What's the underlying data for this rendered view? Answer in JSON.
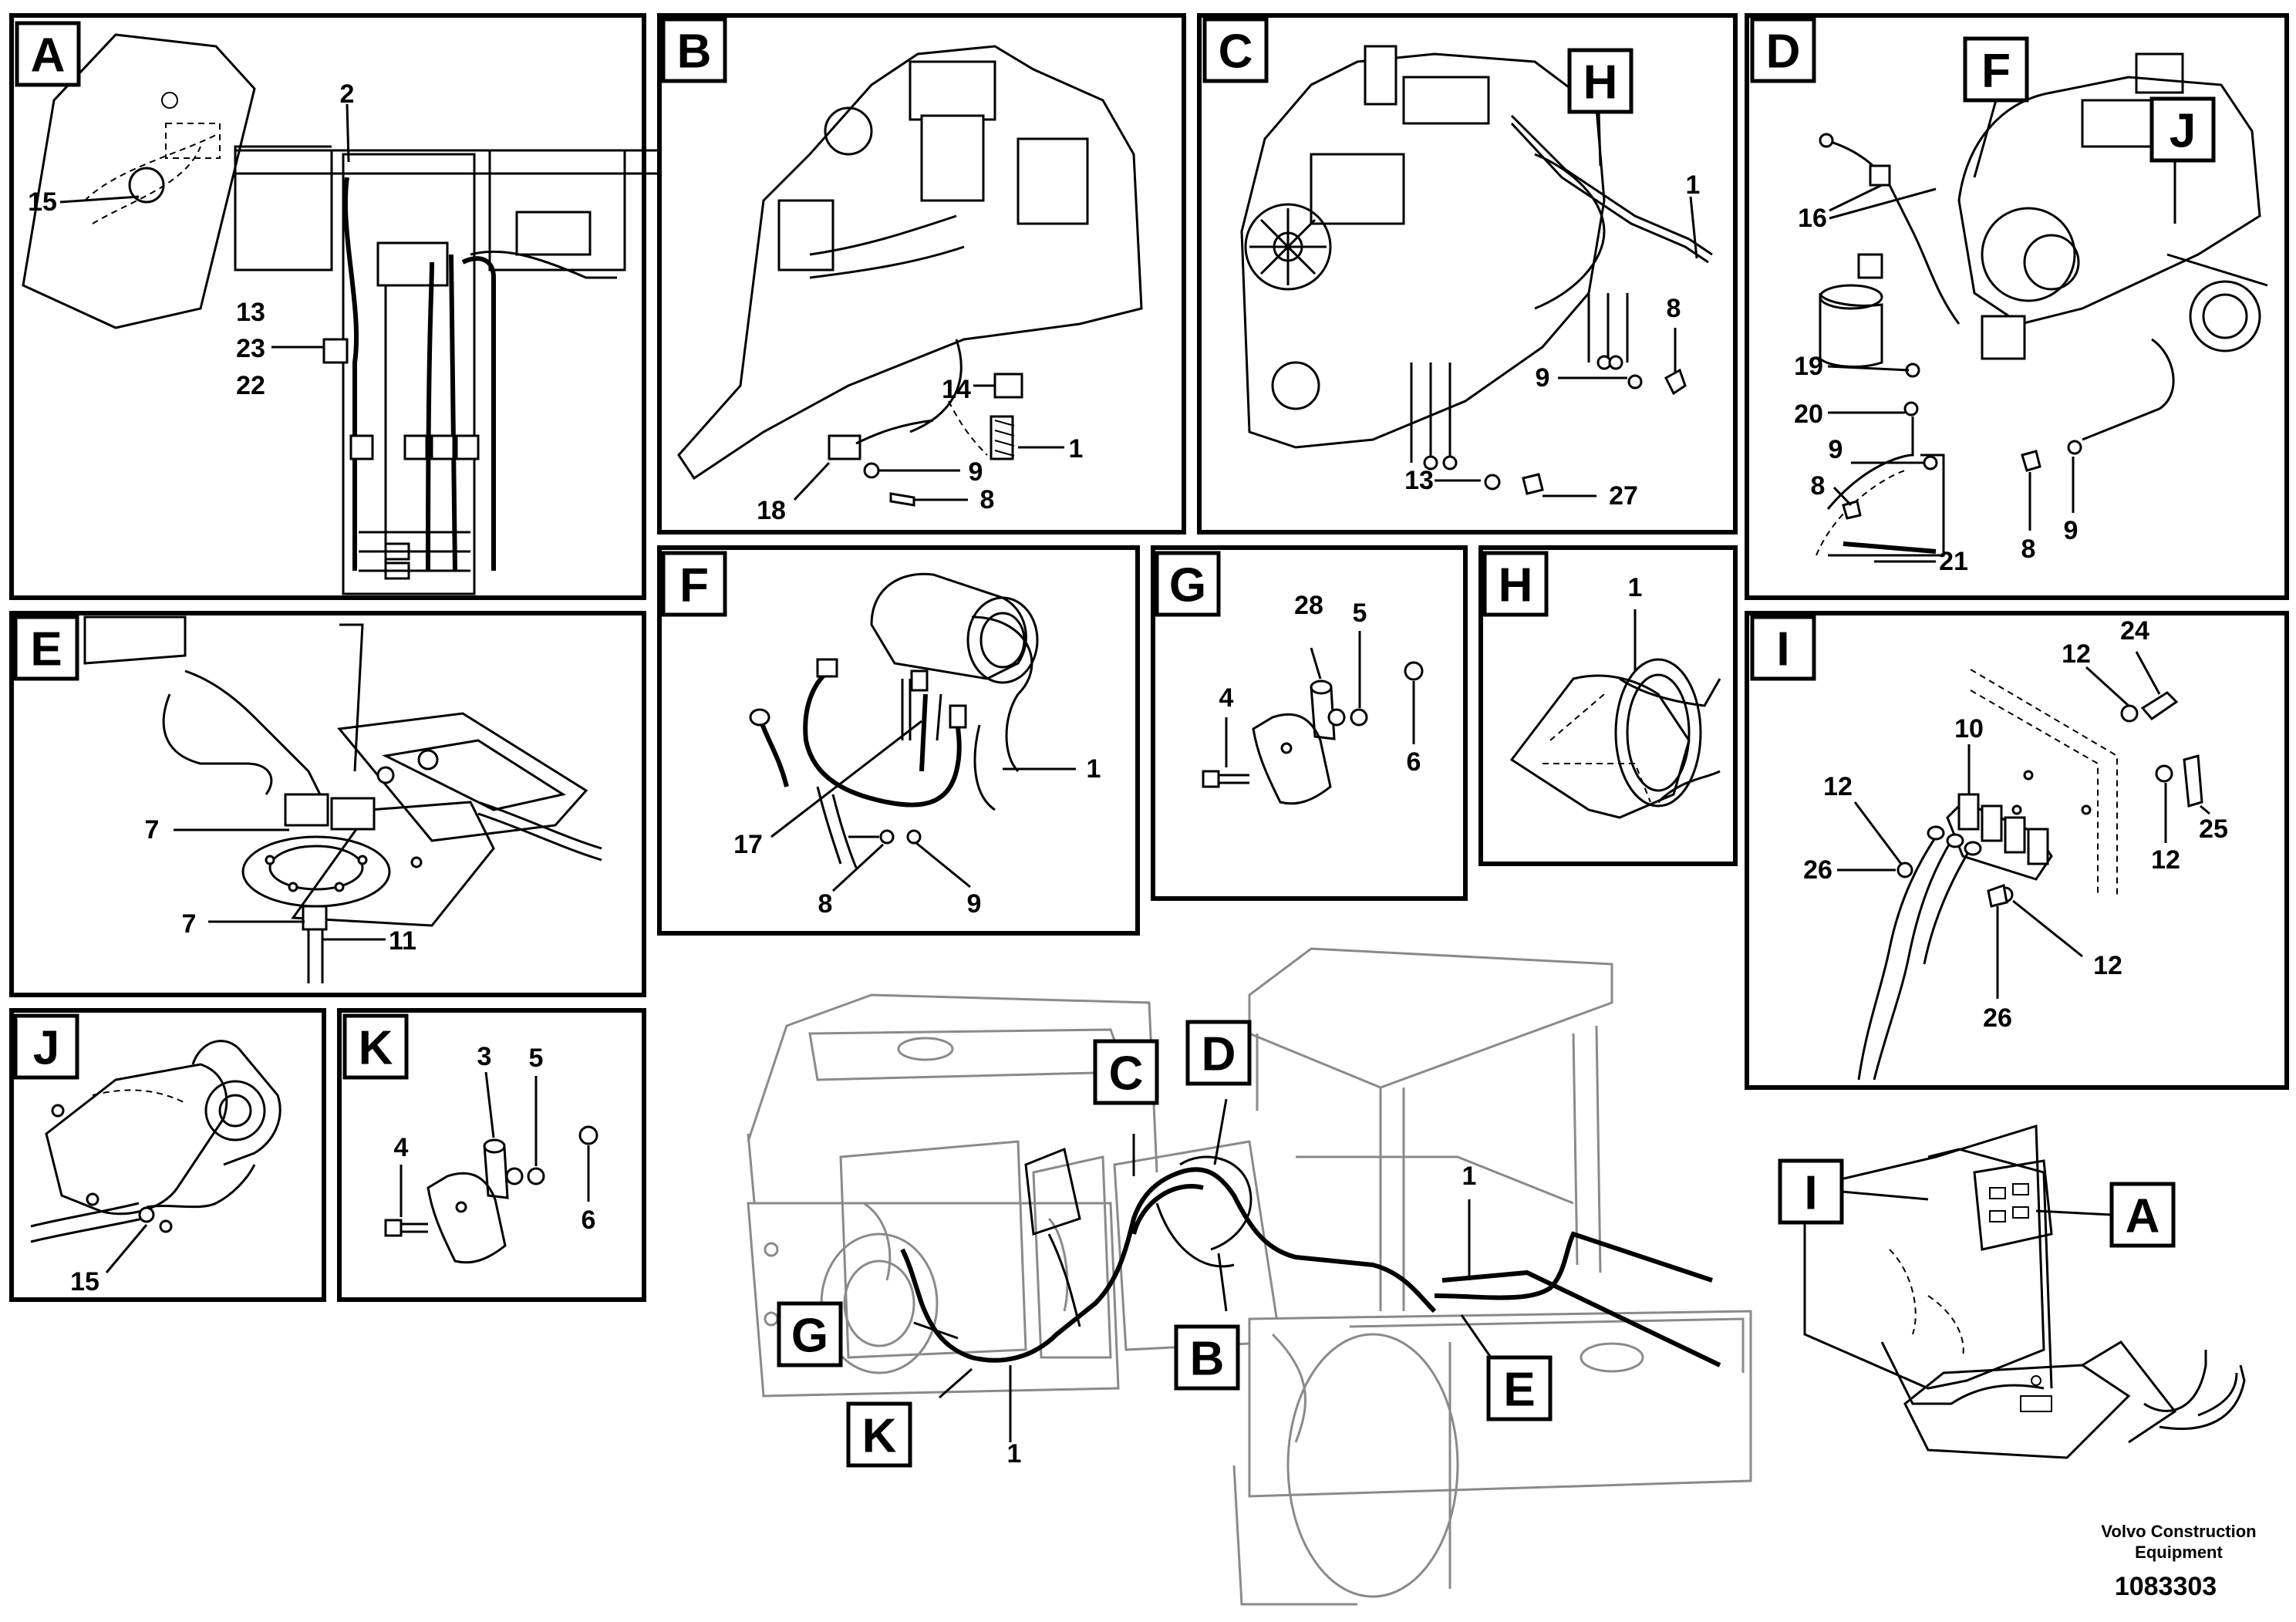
{
  "panels": [
    {
      "letter": "A",
      "callouts": [
        "2",
        "15",
        "13",
        "23",
        "22"
      ]
    },
    {
      "letter": "B",
      "callouts": [
        "14",
        "1",
        "9",
        "18",
        "8"
      ]
    },
    {
      "letter": "C",
      "callouts": [
        "H",
        "1",
        "8",
        "9",
        "13",
        "27"
      ]
    },
    {
      "letter": "D",
      "callouts": [
        "F",
        "J",
        "16",
        "19",
        "20",
        "9",
        "8",
        "21",
        "8",
        "9"
      ]
    },
    {
      "letter": "E",
      "callouts": [
        "7",
        "7",
        "11"
      ]
    },
    {
      "letter": "F",
      "callouts": [
        "1",
        "17",
        "8",
        "9"
      ]
    },
    {
      "letter": "G",
      "callouts": [
        "28",
        "5",
        "4",
        "6"
      ]
    },
    {
      "letter": "H",
      "callouts": [
        "1"
      ]
    },
    {
      "letter": "I",
      "callouts": [
        "12",
        "24",
        "10",
        "12",
        "26",
        "12",
        "25",
        "12",
        "26"
      ]
    },
    {
      "letter": "J",
      "callouts": [
        "15"
      ]
    },
    {
      "letter": "K",
      "callouts": [
        "3",
        "5",
        "4",
        "6"
      ]
    }
  ],
  "overview": {
    "labels": [
      "C",
      "D",
      "G",
      "B",
      "K",
      "E",
      "I",
      "A"
    ],
    "callouts": [
      "1",
      "1"
    ]
  },
  "footer": {
    "company_line1": "Volvo Construction",
    "company_line2": "Equipment",
    "drawing_number": "1083303"
  }
}
